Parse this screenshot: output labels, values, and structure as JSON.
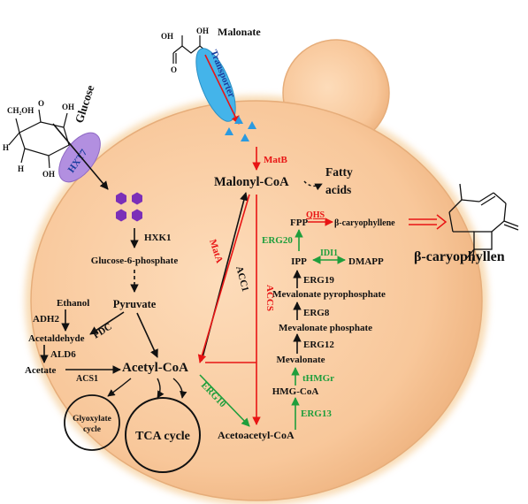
{
  "colors": {
    "cell_fill": "#f8c79a",
    "cell_edge": "#e8b080",
    "black_arrow": "#111111",
    "red_arrow": "#e81414",
    "green_arrow": "#1e9e3c",
    "transporter": "#44b4ea",
    "hxt7": "#b28fe0",
    "glucose_dots": "#7b2fb8",
    "malonate_dots": "#2a9ae0"
  },
  "molecules": {
    "glucose": "Glucose",
    "malonate": "Malonate",
    "malonate_oh_left": "OH",
    "malonate_oh_right": "OH",
    "malonate_o_left": "O",
    "malonate_o_right": "O",
    "glucose_ch2oh": "CH₂OH",
    "glucose_oh": "OH",
    "glucose_h": "H",
    "glucose_o": "O"
  },
  "membrane": {
    "transporter": "Transporter",
    "hxt7": "HXT7"
  },
  "metabolites": {
    "malonyl_coa": "Malonyl-CoA",
    "fatty_acids_1": "Fatty",
    "fatty_acids_2": "acids",
    "glucose_6_phosphate": "Glucose-6-phosphate",
    "pyruvate": "Pyruvate",
    "ethanol": "Ethanol",
    "acetaldehyde": "Acetaldehyde",
    "acetate": "Acetate",
    "acetyl_coa": "Acetyl-CoA",
    "acetoacetyl_coa": "Acetoacetyl-CoA",
    "hmg_coa": "HMG-CoA",
    "mevalonate": "Mevalonate",
    "mevalonate_phosphate": "Mevalonate phosphate",
    "mevalonate_pyrophosphate": "Mevalonate pyrophosphate",
    "ipp": "IPP",
    "dmapp": "DMAPP",
    "fpp": "FPP",
    "beta_caryophyllene_inner": "β-caryophyllene",
    "beta_caryophyllene_outer": "β-caryophyllen",
    "glyoxylate_1": "Glyoxylate",
    "glyoxylate_2": "cycle",
    "tca_cycle": "TCA cycle"
  },
  "enzymes": {
    "matb": "MatB",
    "hxk1": "HXK1",
    "adh2": "ADH2",
    "ald6": "ALD6",
    "pdc": "PDC",
    "acs1": "ACS1",
    "acc1": "ACC1",
    "mata": "MatA",
    "accs": "ACCS",
    "erg10": "ERG10",
    "erg13": "ERG13",
    "thmgr": "tHMGr",
    "erg12": "ERG12",
    "erg8": "ERG8",
    "erg19": "ERG19",
    "idi1": "IDI1",
    "erg20": "ERG20",
    "qhs": "QHS"
  }
}
